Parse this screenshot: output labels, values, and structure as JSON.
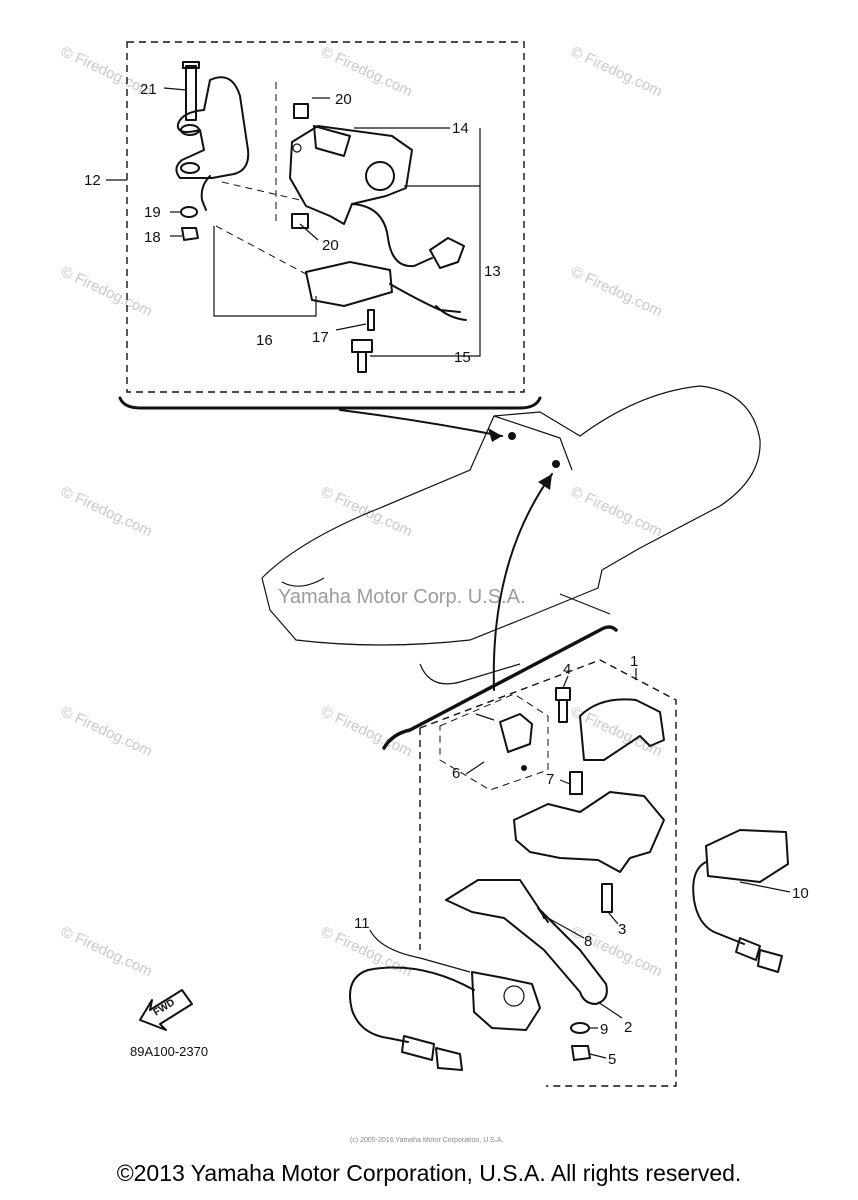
{
  "callouts": [
    "21",
    "20",
    "14",
    "12",
    "19",
    "18",
    "20",
    "13",
    "16",
    "17",
    "15",
    "4",
    "1",
    "6",
    "7",
    "10",
    "11",
    "8",
    "3",
    "2",
    "9",
    "5"
  ],
  "part_code": "89A100-2370",
  "fwd_label": "FWD",
  "watermark_center": "Yamaha Motor Corp. U.S.A.",
  "watermark_repeat": "© Firedog.com",
  "watermark_small": "(c) 2005-2016 Yamaha Motor Corporation, U.S.A.",
  "copyright": "©2013 Yamaha Motor Corporation, U.S.A. All rights reserved."
}
